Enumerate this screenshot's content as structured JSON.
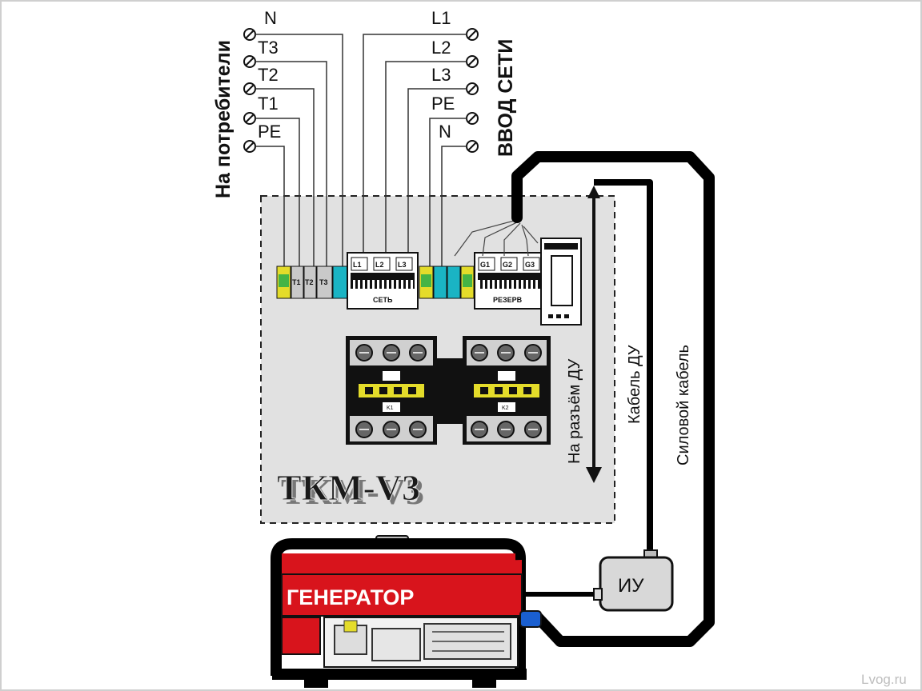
{
  "left_terminals": [
    "N",
    "T3",
    "T2",
    "T1",
    "PE"
  ],
  "right_terminals": [
    "L1",
    "L2",
    "L3",
    "PE",
    "N"
  ],
  "consumers_label": "На потребители",
  "mains_label": "ВВОД СЕТИ",
  "device_title": "ТКМ-V3",
  "load_block_labels": [
    "T1",
    "T2",
    "T3"
  ],
  "mains_block": {
    "caption": "СЕТЬ",
    "phases": [
      "L1",
      "L2",
      "L3"
    ]
  },
  "reserve_block": {
    "caption": "РЕЗЕРВ",
    "phases": [
      "G1",
      "G2",
      "G3"
    ]
  },
  "contactors": [
    "K1",
    "K2"
  ],
  "remote_connector_label": "На разъём ДУ",
  "remote_cable_label": "Кабель ДУ",
  "power_cable_label": "Силовой кабель",
  "control_unit_label": "ИУ",
  "generator_label": "ГЕНЕРАТОР",
  "watermark": "Lvog.ru",
  "colors": {
    "panel": "#e1e1e1",
    "generator_red": "#d8141c",
    "terminal_yellow": "#e4dc2a",
    "terminal_green": "#45b445",
    "terminal_cyan": "#1ab4c4",
    "cable": "#000000"
  }
}
